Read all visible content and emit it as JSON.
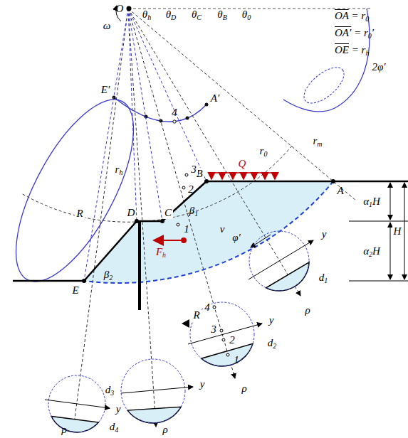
{
  "diagram": {
    "labels": [
      "O",
      "ω",
      "θh",
      "θD",
      "θC",
      "θB",
      "θ0",
      "OA = r0",
      "OA′ = r0′",
      "OE = rh",
      "2φ′",
      "E′",
      "A′",
      "4",
      "r0",
      "rm",
      "rh",
      "R",
      "Q",
      "B",
      "A",
      "3",
      "2",
      "1",
      "β1",
      "v",
      "φ′",
      "α1H",
      "α2H",
      "H",
      "C",
      "D",
      "Fh",
      "E",
      "β2",
      "d1",
      "y",
      "ρ",
      "R",
      "y",
      "d2",
      "4",
      "3",
      "2",
      "1",
      "ρ",
      "y",
      "d3",
      "ρ",
      "y",
      "d4",
      "ρ"
    ]
  }
}
